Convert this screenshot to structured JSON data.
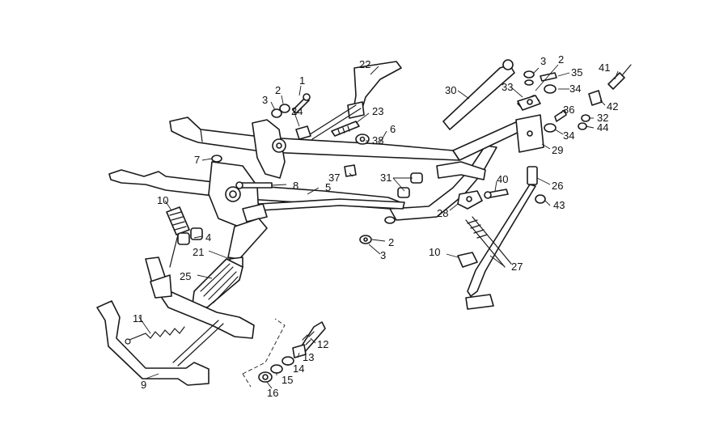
{
  "callouts": [
    {
      "id": "c1",
      "label": "1"
    },
    {
      "id": "c2a",
      "label": "2"
    },
    {
      "id": "c2b",
      "label": "2"
    },
    {
      "id": "c2c",
      "label": "2"
    },
    {
      "id": "c3a",
      "label": "3"
    },
    {
      "id": "c3b",
      "label": "3"
    },
    {
      "id": "c3c",
      "label": "3"
    },
    {
      "id": "c4",
      "label": "4"
    },
    {
      "id": "c5",
      "label": "5"
    },
    {
      "id": "c6",
      "label": "6"
    },
    {
      "id": "c7",
      "label": "7"
    },
    {
      "id": "c8",
      "label": "8"
    },
    {
      "id": "c9",
      "label": "9"
    },
    {
      "id": "c10a",
      "label": "10"
    },
    {
      "id": "c10b",
      "label": "10"
    },
    {
      "id": "c11",
      "label": "11"
    },
    {
      "id": "c12",
      "label": "12"
    },
    {
      "id": "c13",
      "label": "13"
    },
    {
      "id": "c14",
      "label": "14"
    },
    {
      "id": "c15",
      "label": "15"
    },
    {
      "id": "c16",
      "label": "16"
    },
    {
      "id": "c21",
      "label": "21"
    },
    {
      "id": "c22",
      "label": "22"
    },
    {
      "id": "c23",
      "label": "23"
    },
    {
      "id": "c24",
      "label": "24"
    },
    {
      "id": "c25",
      "label": "25"
    },
    {
      "id": "c26",
      "label": "26"
    },
    {
      "id": "c27",
      "label": "27"
    },
    {
      "id": "c28",
      "label": "28"
    },
    {
      "id": "c29",
      "label": "29"
    },
    {
      "id": "c30",
      "label": "30"
    },
    {
      "id": "c31",
      "label": "31"
    },
    {
      "id": "c32",
      "label": "32"
    },
    {
      "id": "c33",
      "label": "33"
    },
    {
      "id": "c34a",
      "label": "34"
    },
    {
      "id": "c34b",
      "label": "34"
    },
    {
      "id": "c35",
      "label": "35"
    },
    {
      "id": "c36",
      "label": "36"
    },
    {
      "id": "c37",
      "label": "37"
    },
    {
      "id": "c38",
      "label": "38"
    },
    {
      "id": "c40",
      "label": "40"
    },
    {
      "id": "c41",
      "label": "41"
    },
    {
      "id": "c42",
      "label": "42"
    },
    {
      "id": "c43",
      "label": "43"
    },
    {
      "id": "c44",
      "label": "44"
    }
  ]
}
